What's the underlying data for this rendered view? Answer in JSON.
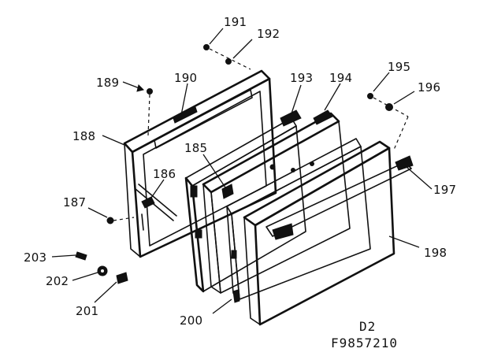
{
  "diagram": {
    "part_labels": [
      "188",
      "189",
      "190",
      "191",
      "192",
      "193",
      "194",
      "195",
      "196",
      "197",
      "198",
      "185",
      "186",
      "187",
      "200",
      "201",
      "202",
      "203"
    ],
    "drawing_code": [
      "D2",
      "F9857210"
    ]
  }
}
